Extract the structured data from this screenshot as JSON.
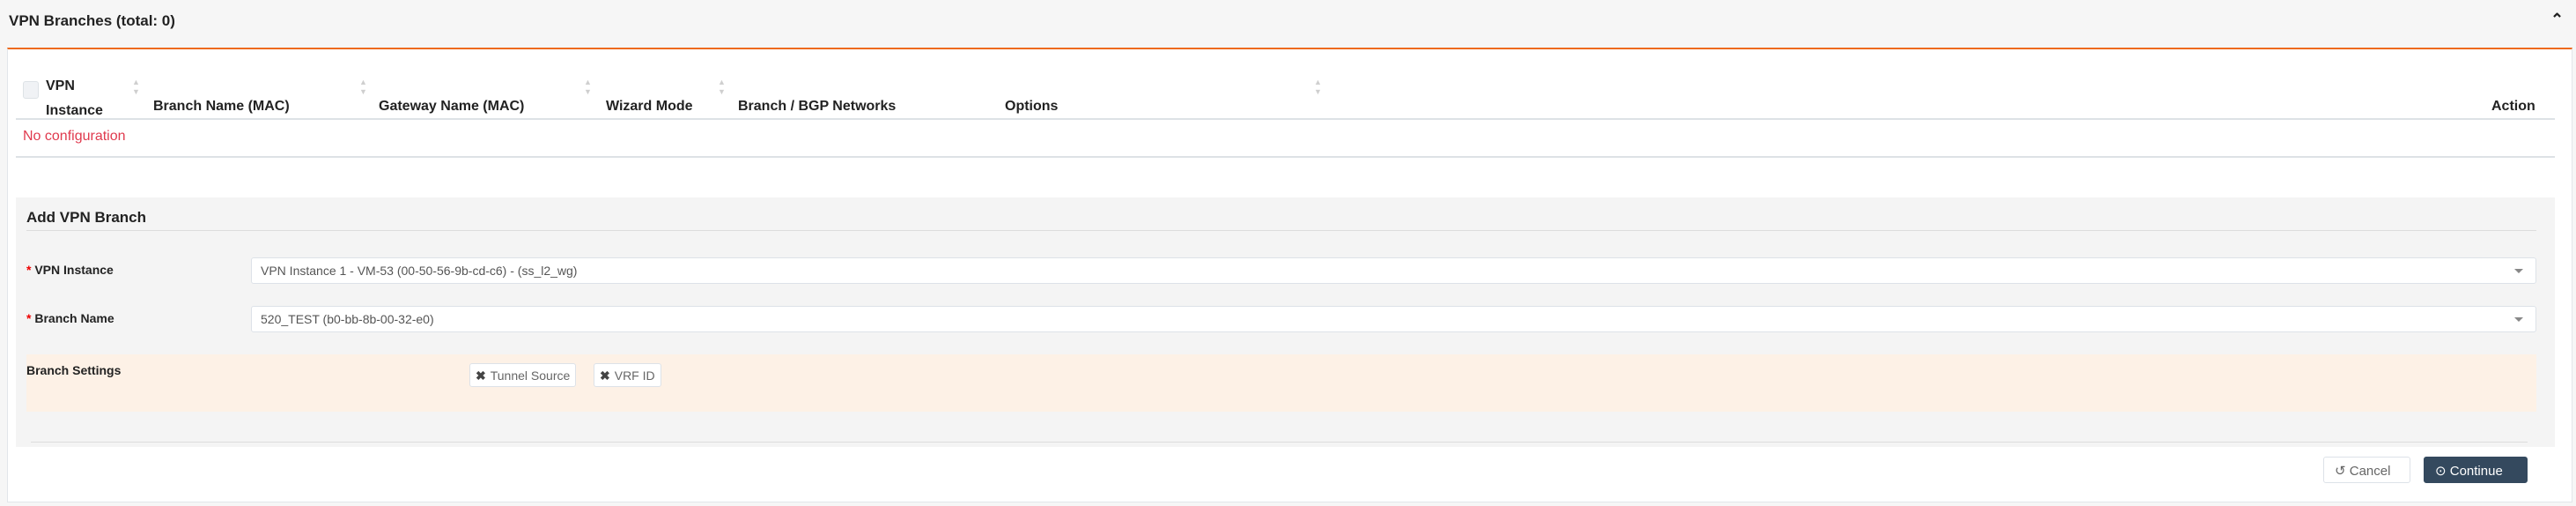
{
  "header": {
    "title": "VPN Branches (total: 0)",
    "collapse_icon": "chevron-up-icon"
  },
  "table": {
    "columns": [
      "VPN Instance",
      "Branch Name (MAC)",
      "Gateway Name (MAC)",
      "Wizard Mode",
      "Branch / BGP Networks",
      "Options",
      "Action"
    ],
    "col0_line1": "VPN",
    "col0_line2": "Instance",
    "empty_text": "No configuration"
  },
  "form": {
    "title": "Add VPN Branch",
    "required_mark": "*",
    "vpn_instance": {
      "label": "VPN Instance",
      "value": "VPN Instance 1 - VM-53 (00-50-56-9b-cd-c6) - (ss_l2_wg)"
    },
    "branch_name": {
      "label": "Branch Name",
      "value": "520_TEST (b0-bb-8b-00-32-e0)"
    },
    "branch_settings": {
      "label": "Branch Settings",
      "tags": [
        "Tunnel Source",
        "VRF ID"
      ]
    }
  },
  "buttons": {
    "cancel": "Cancel",
    "continue": "Continue"
  }
}
